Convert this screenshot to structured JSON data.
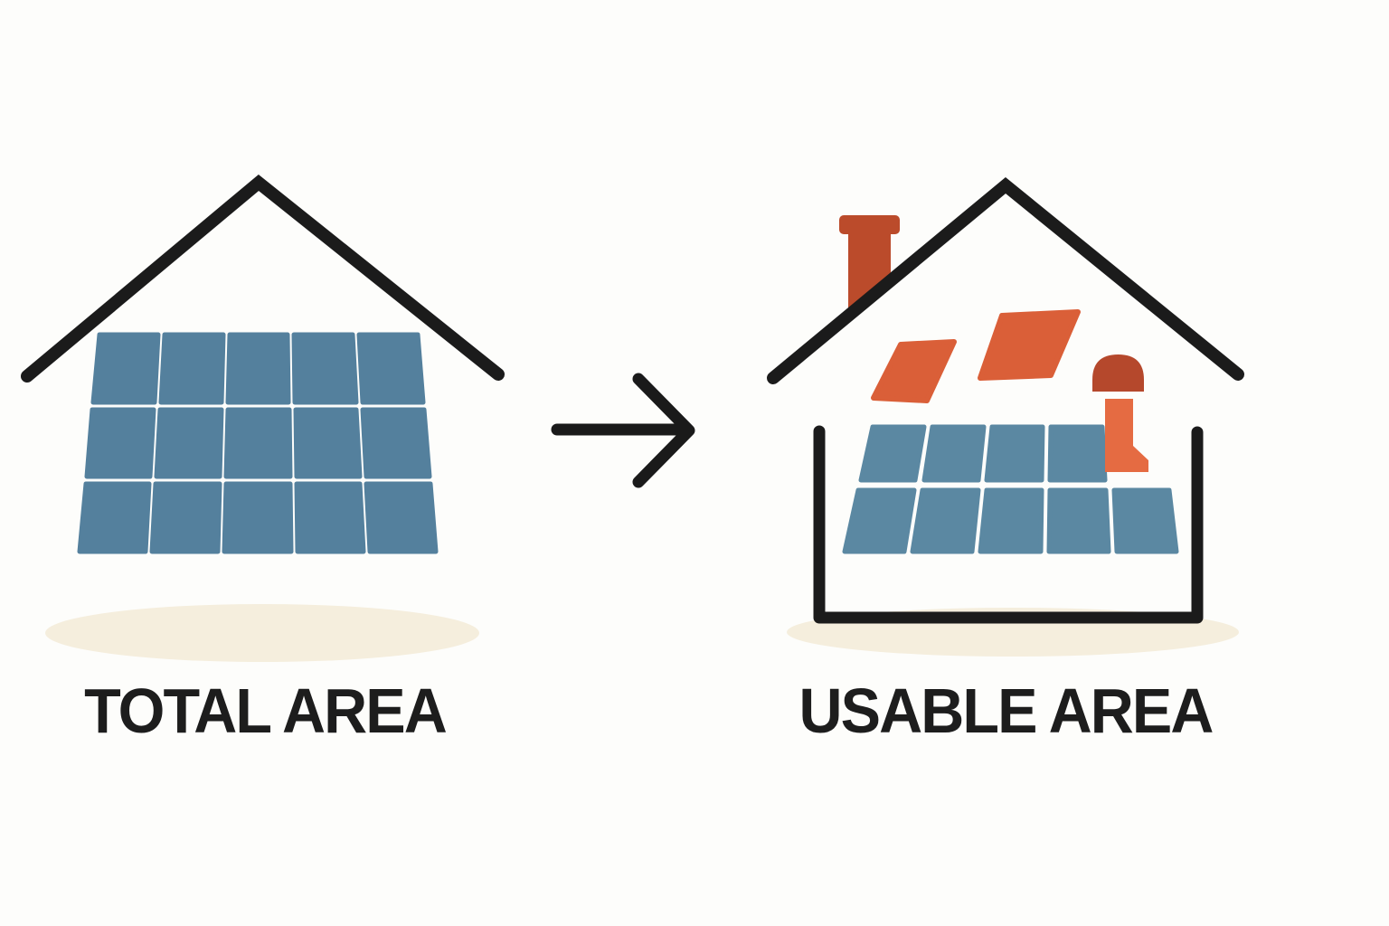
{
  "labels": {
    "left": "TOTAL AREA",
    "right": "USABLE AREA"
  },
  "colors": {
    "background": "#fdfdfb",
    "outline": "#1b1b1b",
    "arrow": "#1a1a1a",
    "panel_blue_left": "#54809d",
    "panel_blue_right": "#5b88a2",
    "shadow_beige": "#f5eedd",
    "chimney_rust": "#bb4b2b",
    "vent_dome_rust": "#b5482c",
    "obstruction_orange": "#da5f38",
    "vent_body_orange": "#e56b42",
    "label_text": "#1d1d1d"
  },
  "left_house": {
    "panel_rows": 3,
    "panel_cols": 5,
    "panel_count": 15
  },
  "right_house": {
    "panel_rows": 2,
    "panel_cols": 5,
    "panel_count": 9,
    "obstructions": [
      "chimney",
      "roof-window-small",
      "roof-window-large",
      "vent"
    ]
  },
  "arrow": {
    "direction": "right"
  }
}
